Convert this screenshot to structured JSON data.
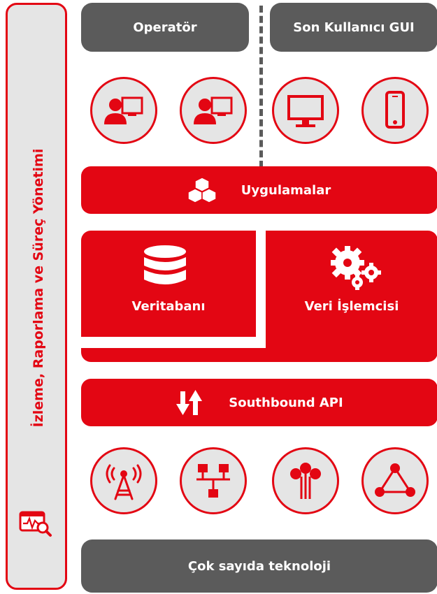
{
  "sidebar": {
    "label": "İzleme, Raporlama ve Süreç Yönetimi",
    "icon": "monitoring-chart-magnifier-icon"
  },
  "top_headers": {
    "operator": "Operatör",
    "end_user": "Son Kullanıcı GUI"
  },
  "top_icons": [
    "operator-workstation-icon",
    "operator-workstation-icon",
    "desktop-monitor-icon",
    "smartphone-icon"
  ],
  "applications": {
    "label": "Uygulamalar",
    "icon": "cubes-icon"
  },
  "core": {
    "database": {
      "label": "Veritabanı",
      "icon": "database-icon"
    },
    "processor": {
      "label": "Veri İşlemcisi",
      "icon": "gears-icon"
    }
  },
  "southbound": {
    "label": "Southbound API",
    "icon": "up-down-arrows-icon"
  },
  "bottom_icons": [
    "radio-tower-icon",
    "network-topology-icon",
    "sensor-pins-icon",
    "triangle-mesh-icon"
  ],
  "footer": {
    "label": "Çok sayıda teknoloji"
  },
  "colors": {
    "red": "#e30613",
    "gray": "#5b5b5b",
    "light": "#e5e5e5"
  }
}
